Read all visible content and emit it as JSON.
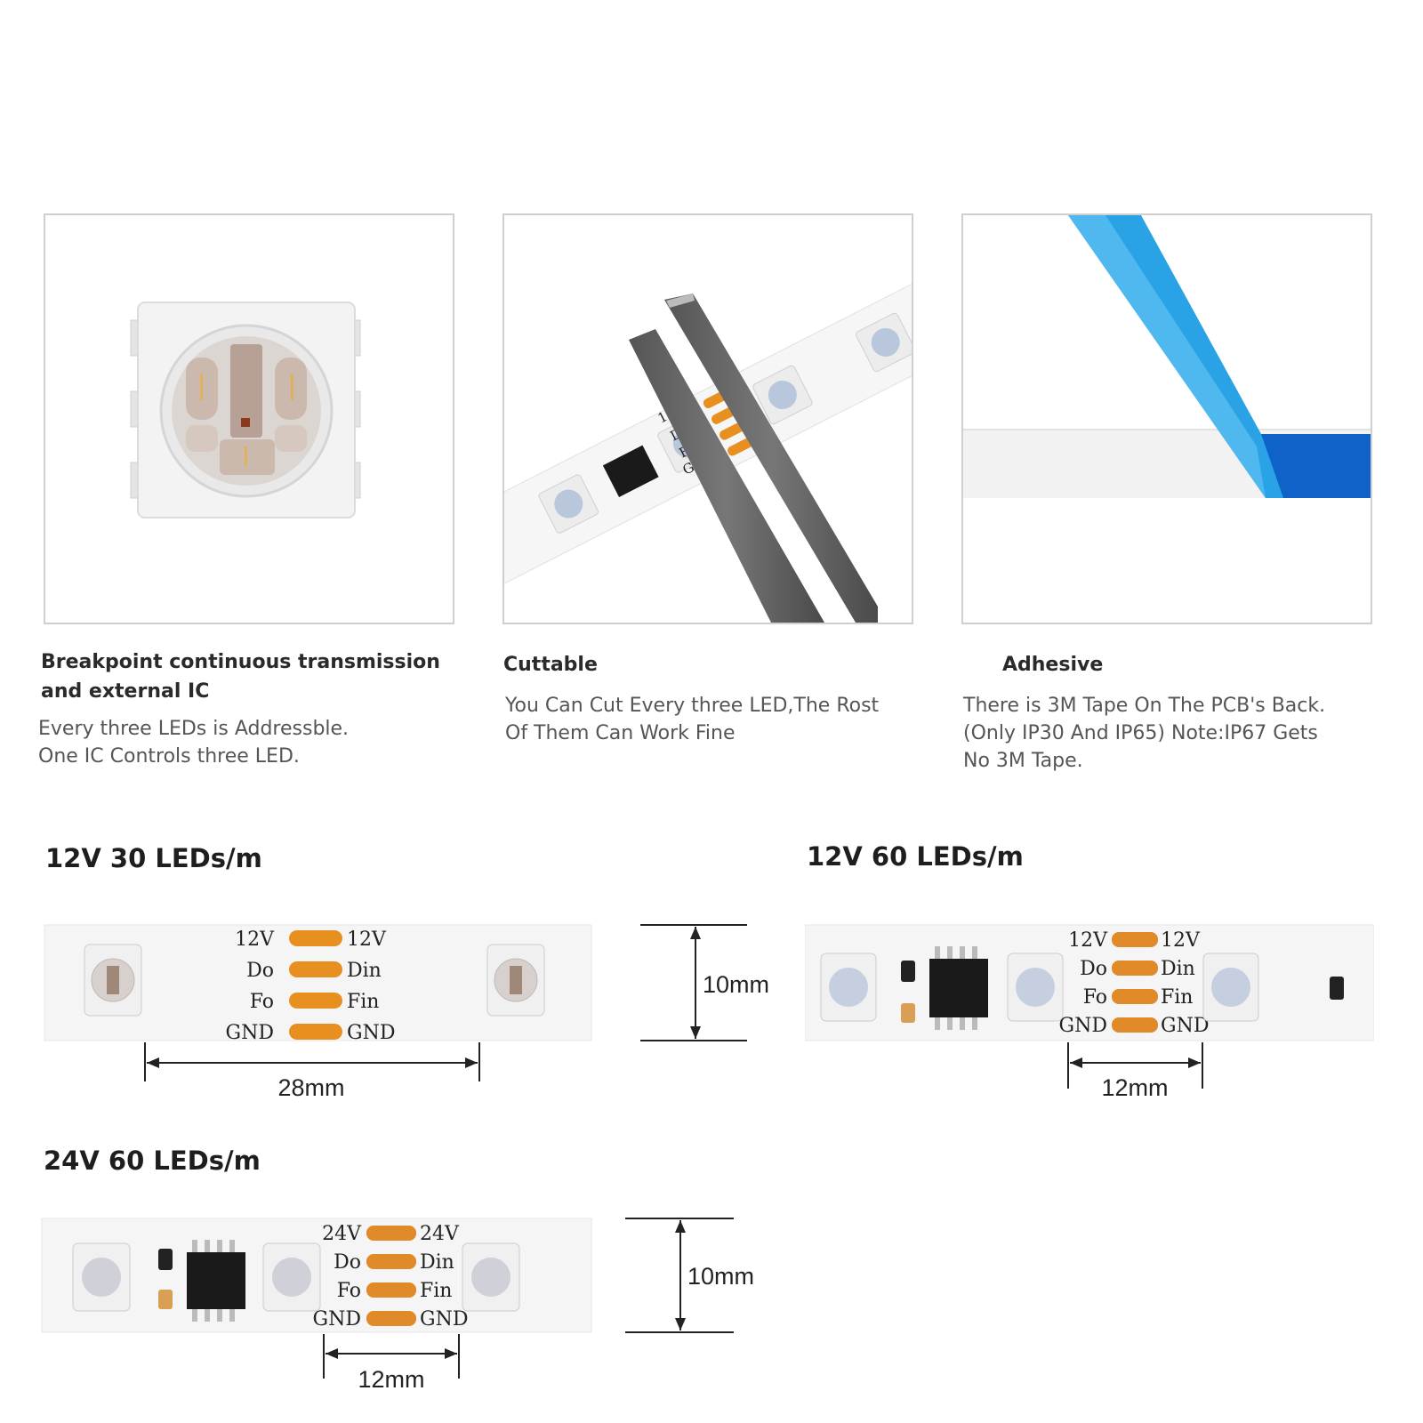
{
  "features": [
    {
      "title_lines": [
        "Breakpoint continuous transmission",
        "and external IC"
      ],
      "desc_lines": [
        "Every three LEDs is Addressble.",
        "One IC Controls three LED."
      ]
    },
    {
      "title_lines": [
        "Cuttable"
      ],
      "desc_lines": [
        "You Can Cut Every three LED,The Rost",
        "Of Them Can Work Fine"
      ]
    },
    {
      "title_lines": [
        "Adhesive"
      ],
      "desc_lines": [
        "There is 3M Tape On The PCB's Back.",
        "(Only IP30 And IP65) Note:IP67 Gets",
        "No 3M Tape."
      ]
    }
  ],
  "cut_pad_labels": [
    "12V",
    "Do",
    "Fo",
    "GND"
  ],
  "strips": [
    {
      "title": "12V 30 LEDs/m",
      "pads_left": [
        "12V",
        "Do",
        "Fo",
        "GND"
      ],
      "pads_right": [
        "12V",
        "Din",
        "Fin",
        "GND"
      ],
      "spacing": "28mm",
      "width": "10mm"
    },
    {
      "title": "12V 60 LEDs/m",
      "pads_left": [
        "12V",
        "Do",
        "Fo",
        "GND"
      ],
      "pads_right": [
        "12V",
        "Din",
        "Fin",
        "GND"
      ],
      "spacing": "12mm"
    },
    {
      "title": "24V 60 LEDs/m",
      "pads_left": [
        "24V",
        "Do",
        "Fo",
        "GND"
      ],
      "pads_right": [
        "24V",
        "Din",
        "Fin",
        "GND"
      ],
      "spacing": "12mm",
      "width": "10mm"
    }
  ],
  "colors": {
    "pad": "#e8901f",
    "tape_blue": "#29a3e6",
    "ic": "#1a1a1a",
    "panel_border": "#cfcfcf"
  }
}
